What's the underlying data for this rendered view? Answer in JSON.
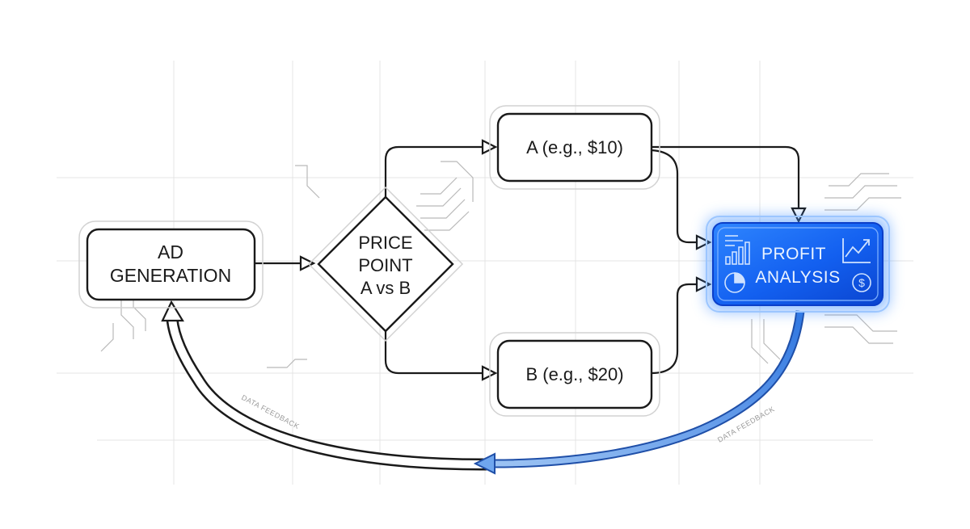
{
  "nodes": {
    "ad_generation": {
      "lines": [
        "AD",
        "GENERATION"
      ]
    },
    "price_point": {
      "lines": [
        "PRICE",
        "POINT",
        "A vs B"
      ]
    },
    "option_a": {
      "label": "A (e.g., $10)"
    },
    "option_b": {
      "label": "B (e.g., $20)"
    },
    "profit_analysis": {
      "lines": [
        "PROFIT",
        "ANALYSIS"
      ]
    }
  },
  "feedback": {
    "label_left": "DATA FEEDBACK",
    "label_right": "DATA FEEDBACK"
  },
  "colors": {
    "line": "#1a1a1a",
    "grid": "#e2e2e2",
    "accent": "#1f6fff",
    "accent_dark": "#0b3fc9",
    "feedback_blue": "#7fb0ee"
  },
  "icons": [
    "bar-chart-icon",
    "line-chart-icon",
    "pie-chart-icon",
    "dollar-icon"
  ]
}
